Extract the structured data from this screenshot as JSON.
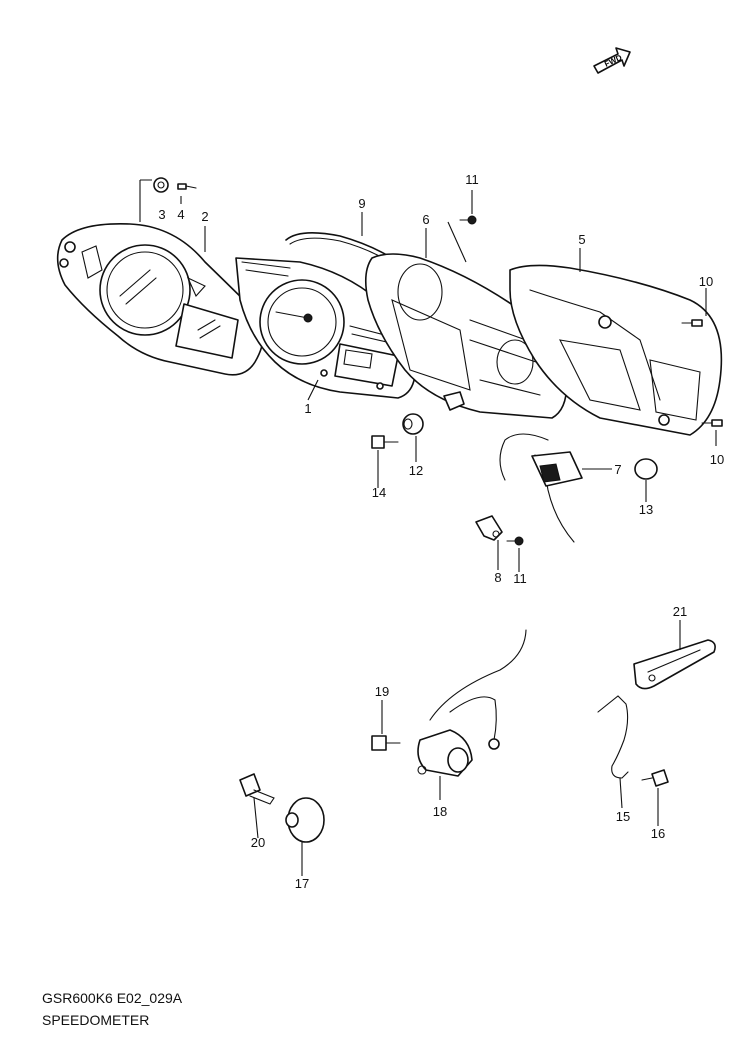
{
  "diagram": {
    "code": "GSR600K6 E02_029A",
    "title": "SPEEDOMETER",
    "fwd_label": "FWD",
    "callouts": {
      "c1": "1",
      "c2": "2",
      "c3": "3",
      "c4": "4",
      "c5": "5",
      "c6": "6",
      "c7": "7",
      "c8": "8",
      "c9": "9",
      "c10a": "10",
      "c10b": "10",
      "c11a": "11",
      "c11b": "11",
      "c12": "12",
      "c13": "13",
      "c14": "14",
      "c15": "15",
      "c16": "16",
      "c17": "17",
      "c18": "18",
      "c19": "19",
      "c20": "20",
      "c21": "21"
    }
  }
}
